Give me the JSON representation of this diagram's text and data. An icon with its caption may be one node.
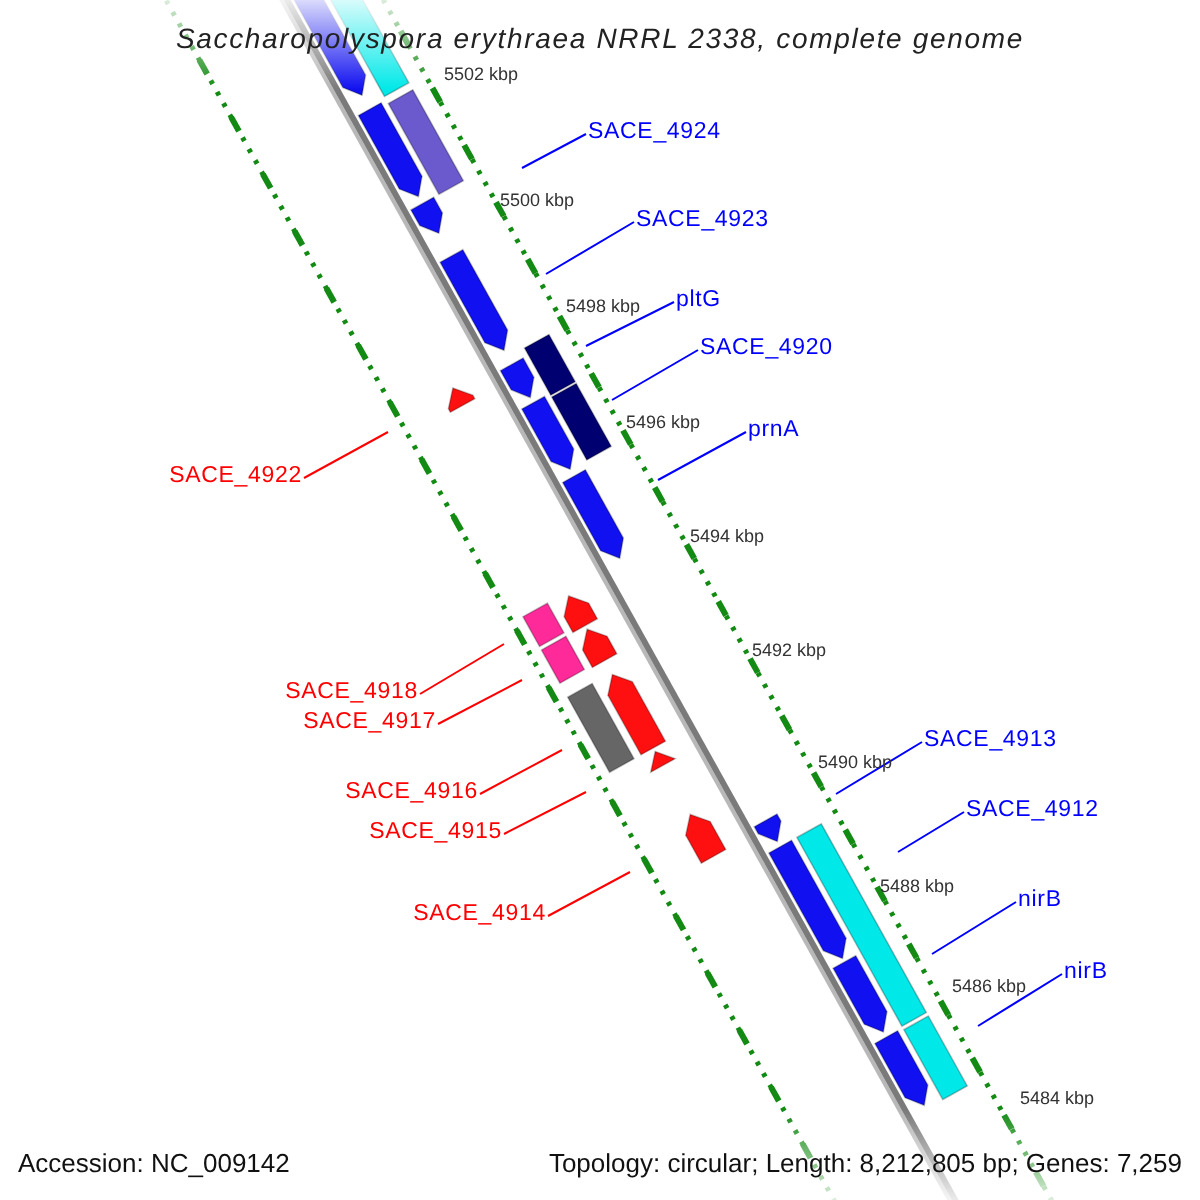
{
  "diagram": {
    "title": "Saccharopolyspora erythraea NRRL 2338, complete genome",
    "nodes": [
      {
        "text": [
          "SACE_4924"
        ]
      },
      {
        "text": [
          "SACE_4923"
        ]
      },
      {
        "text": [
          "pltG"
        ]
      },
      {
        "text": [
          "SACE_4920"
        ]
      },
      {
        "text": [
          "prnA"
        ]
      },
      {
        "text": [
          "SACE_4922"
        ]
      },
      {
        "text": [
          "SACE_4918"
        ]
      },
      {
        "text": [
          "SACE_4917"
        ]
      },
      {
        "text": [
          "SACE_4913"
        ]
      },
      {
        "text": [
          "SACE_4916"
        ]
      },
      {
        "text": [
          "SACE_4912"
        ]
      },
      {
        "text": [
          "SACE_4915"
        ]
      },
      {
        "text": [
          "nirB"
        ]
      },
      {
        "text": [
          "SACE_4914"
        ]
      },
      {
        "text": [
          "nirB"
        ]
      }
    ],
    "edges": [
      {
        "from": 0,
        "to": null,
        "arrow": "none"
      },
      {
        "from": 1,
        "to": null,
        "arrow": "none"
      },
      {
        "from": 2,
        "to": null,
        "arrow": "none"
      },
      {
        "from": 3,
        "to": null,
        "arrow": "none"
      },
      {
        "from": 4,
        "to": null,
        "arrow": "none"
      },
      {
        "from": 5,
        "to": null,
        "arrow": "none",
        "color": "#ff0000"
      },
      {
        "from": 6,
        "to": null,
        "arrow": "none",
        "color": "#ff0000"
      },
      {
        "from": 7,
        "to": null,
        "arrow": "none",
        "color": "#ff0000"
      },
      {
        "from": 8,
        "to": null,
        "arrow": "none"
      },
      {
        "from": 9,
        "to": null,
        "arrow": "none",
        "color": "#ff0000"
      },
      {
        "from": 10,
        "to": null,
        "arrow": "none"
      },
      {
        "from": 11,
        "to": null,
        "arrow": "none",
        "color": "#ff0000"
      },
      {
        "from": 12,
        "to": null,
        "arrow": "none"
      },
      {
        "from": 13,
        "to": null,
        "arrow": "none",
        "color": "#ff0000"
      },
      {
        "from": 14,
        "to": null,
        "arrow": "none"
      }
    ],
    "labels": [
      "5502 kbp",
      "5500 kbp",
      "5498 kbp",
      "5496 kbp",
      "5494 kbp",
      "5492 kbp",
      "5490 kbp",
      "5488 kbp",
      "5486 kbp",
      "5484 kbp",
      "Accession: NC_009142",
      "Topology: circular; Length: 8,212,805 bp; Genes: 7,259"
    ]
  }
}
